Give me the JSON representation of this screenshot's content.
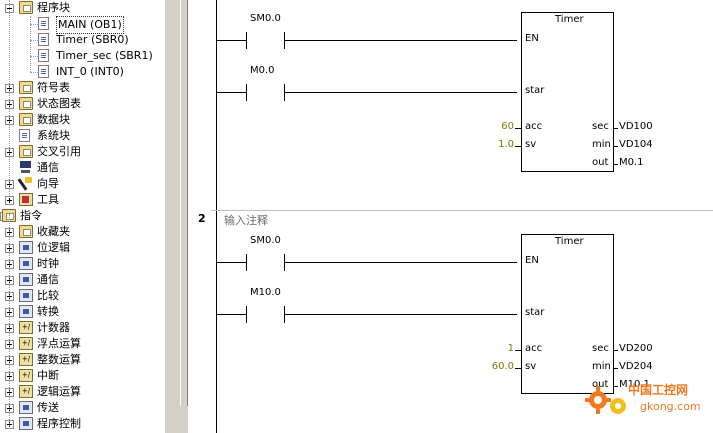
{
  "tree": {
    "items": [
      {
        "label": "程序块",
        "toggle": "minus",
        "icon": "folder",
        "indent": 0
      },
      {
        "label": "MAIN (OB1)",
        "toggle": "none",
        "icon": "page",
        "indent": 1,
        "selected": true
      },
      {
        "label": "Timer (SBR0)",
        "toggle": "none",
        "icon": "page",
        "indent": 1
      },
      {
        "label": "Timer_sec (SBR1)",
        "toggle": "none",
        "icon": "page",
        "indent": 1
      },
      {
        "label": "INT_0 (INT0)",
        "toggle": "none",
        "icon": "page",
        "indent": 1
      },
      {
        "label": "符号表",
        "toggle": "plus",
        "icon": "folder",
        "indent": 0
      },
      {
        "label": "状态图表",
        "toggle": "plus",
        "icon": "folder",
        "indent": 0
      },
      {
        "label": "数据块",
        "toggle": "plus",
        "icon": "folder",
        "indent": 0
      },
      {
        "label": "系统块",
        "toggle": "none",
        "icon": "page",
        "indent": 0
      },
      {
        "label": "交叉引用",
        "toggle": "plus",
        "icon": "folder",
        "indent": 0
      },
      {
        "label": "通信",
        "toggle": "none",
        "icon": "net",
        "indent": 0
      },
      {
        "label": "向导",
        "toggle": "plus",
        "icon": "wiz",
        "indent": 0
      },
      {
        "label": "工具",
        "toggle": "plus",
        "icon": "tool",
        "indent": 0
      },
      {
        "label": "指令",
        "toggle": "minus",
        "icon": "folder",
        "indent": -1
      },
      {
        "label": "收藏夹",
        "toggle": "plus",
        "icon": "folder",
        "indent": 0
      },
      {
        "label": "位逻辑",
        "toggle": "plus",
        "icon": "blue",
        "indent": 0
      },
      {
        "label": "时钟",
        "toggle": "plus",
        "icon": "blue",
        "indent": 0
      },
      {
        "label": "通信",
        "toggle": "plus",
        "icon": "blue",
        "indent": 0
      },
      {
        "label": "比较",
        "toggle": "plus",
        "icon": "blue",
        "indent": 0
      },
      {
        "label": "转换",
        "toggle": "plus",
        "icon": "blue",
        "indent": 0
      },
      {
        "label": "计数器",
        "toggle": "plus",
        "icon": "lbl",
        "indent": 0
      },
      {
        "label": "浮点运算",
        "toggle": "plus",
        "icon": "lbl",
        "indent": 0
      },
      {
        "label": "整数运算",
        "toggle": "plus",
        "icon": "lbl",
        "indent": 0
      },
      {
        "label": "中断",
        "toggle": "plus",
        "icon": "lbl",
        "indent": 0
      },
      {
        "label": "逻辑运算",
        "toggle": "plus",
        "icon": "lbl",
        "indent": 0
      },
      {
        "label": "传送",
        "toggle": "plus",
        "icon": "blue",
        "indent": 0
      },
      {
        "label": "程序控制",
        "toggle": "plus",
        "icon": "blue",
        "indent": 0
      }
    ]
  },
  "networks": [
    {
      "number": "",
      "comment": "",
      "contacts": [
        "SM0.0",
        "M0.0"
      ],
      "block": {
        "title": "Timer",
        "en": "EN",
        "inputs": [
          {
            "name": "star",
            "value": ""
          },
          {
            "name": "acc",
            "value": "60"
          },
          {
            "name": "sv",
            "value": "1.0"
          }
        ],
        "outputs": [
          {
            "name": "sec",
            "value": "VD100"
          },
          {
            "name": "min",
            "value": "VD104"
          },
          {
            "name": "out",
            "value": "M0.1"
          }
        ]
      }
    },
    {
      "number": "2",
      "comment": "输入注释",
      "contacts": [
        "SM0.0",
        "M10.0"
      ],
      "block": {
        "title": "Timer",
        "en": "EN",
        "inputs": [
          {
            "name": "star",
            "value": ""
          },
          {
            "name": "acc",
            "value": "1"
          },
          {
            "name": "sv",
            "value": "60.0"
          }
        ],
        "outputs": [
          {
            "name": "sec",
            "value": "VD200"
          },
          {
            "name": "min",
            "value": "VD204"
          },
          {
            "name": "out",
            "value": "M10.1"
          }
        ]
      }
    }
  ],
  "watermark": {
    "brand": "中国工控网",
    "domain": "gkong.com"
  },
  "colors": {
    "constant": "#7a7a00",
    "watermark_orange": "#f07820",
    "watermark_yellow": "#f0c020"
  }
}
